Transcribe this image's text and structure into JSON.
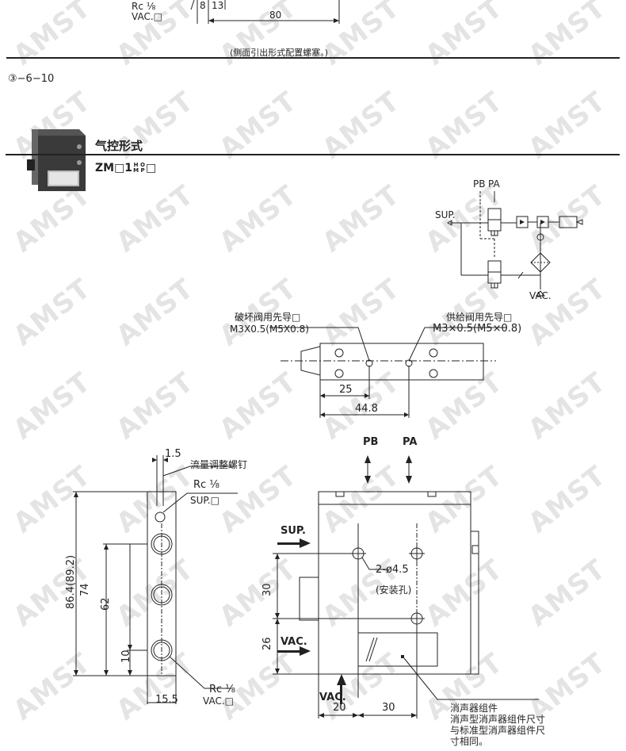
{
  "watermark": "AMST",
  "top": {
    "rc_label": "Rc ⅛",
    "vac_label": "VAC.□",
    "dim_8": "8",
    "dim_13": "13",
    "dim_80": "80",
    "note": "(侧面引出形式配置螺塞。)"
  },
  "section": {
    "id": "③−6−10",
    "title": "气控形式",
    "model_prefix": "ZM□1",
    "model_sup_top": "H",
    "model_sup_bottom": "M",
    "model_sub_top": "O",
    "model_sub_bottom": "P",
    "model_suffix": "□"
  },
  "circuit": {
    "pb": "PB",
    "pa": "PA",
    "sup": "SUP.",
    "vac": "VAC."
  },
  "top_view": {
    "left_pilot": "破坏阀用先导□",
    "left_thread": "M3X0.5(M5X0.8)",
    "right_pilot": "供给阀用先导□",
    "right_thread": "M3×0.5(M5×0.8)",
    "dim_25": "25",
    "dim_448": "44.8"
  },
  "side_view": {
    "dim_15": "1.5",
    "flow_screw": "流量调整螺钉",
    "rc_top": "Rc ⅛",
    "sup": "SUP.□",
    "height_total": "86.4(89.2)",
    "dim_74": "74",
    "dim_62": "62",
    "dim_10": "10",
    "rc_bottom": "Rc ⅛",
    "vac": "VAC.□",
    "width_155": "15.5"
  },
  "front_view": {
    "pb": "PB",
    "pa": "PA",
    "sup": "SUP.",
    "vac": "VAC.",
    "vac_bottom": "VAC.",
    "hole": "2-ø4.5",
    "hole_note": "(安装孔)",
    "dim_30v": "30",
    "dim_26": "26",
    "dim_20": "20",
    "dim_30h": "30",
    "silencer": "消声器组件",
    "note_1": "消声型消声器组件尺寸",
    "note_2": "与标准型消声器组件尺",
    "note_3": "寸相同。"
  }
}
